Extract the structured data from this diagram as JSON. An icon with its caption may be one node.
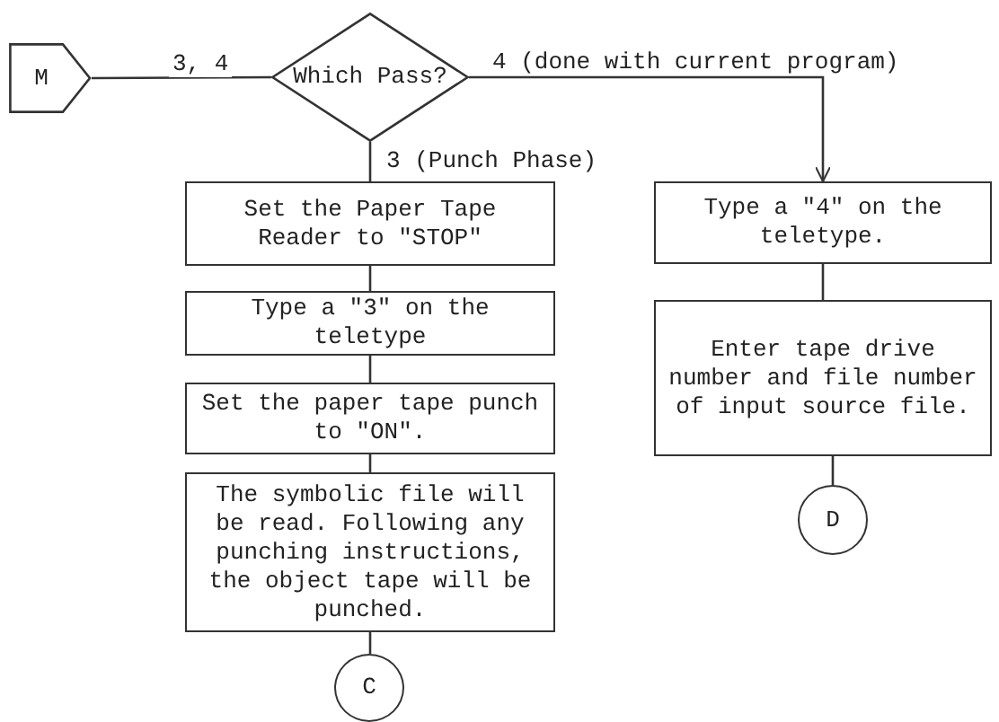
{
  "diagram": {
    "nodes": [
      {
        "text": [
          "M"
        ]
      },
      {
        "text": [
          "Which Pass?"
        ]
      },
      {
        "text": [
          "Set the Paper Tape Reader to \"STOP\""
        ]
      },
      {
        "text": [
          "Type a \"3\" on the teletype"
        ]
      },
      {
        "text": [
          "Set the paper tape punch to \"ON\"."
        ]
      },
      {
        "text": [
          "The symbolic file will be read. Following any punching instructions, the object tape will be punched."
        ]
      },
      {
        "text": [
          "C"
        ]
      },
      {
        "text": [
          "Type a \"4\" on the teletype."
        ]
      },
      {
        "text": [
          "Enter tape drive number and file number of input source file."
        ]
      },
      {
        "text": [
          "D"
        ]
      }
    ],
    "edges": [
      {
        "from": 0,
        "to": 1,
        "arrow": "none",
        "label": "3, 4"
      },
      {
        "from": 1,
        "to": 2,
        "arrow": "none",
        "label": "3 (Punch Phase)"
      },
      {
        "from": 1,
        "to": 7,
        "arrow": "to",
        "label": "4 (done with current program)"
      },
      {
        "from": 2,
        "to": 3,
        "arrow": "none"
      },
      {
        "from": 3,
        "to": 4,
        "arrow": "none"
      },
      {
        "from": 4,
        "to": 5,
        "arrow": "none"
      },
      {
        "from": 5,
        "to": 6,
        "arrow": "none"
      },
      {
        "from": 7,
        "to": 8,
        "arrow": "none"
      },
      {
        "from": 8,
        "to": 9,
        "arrow": "none"
      }
    ]
  }
}
